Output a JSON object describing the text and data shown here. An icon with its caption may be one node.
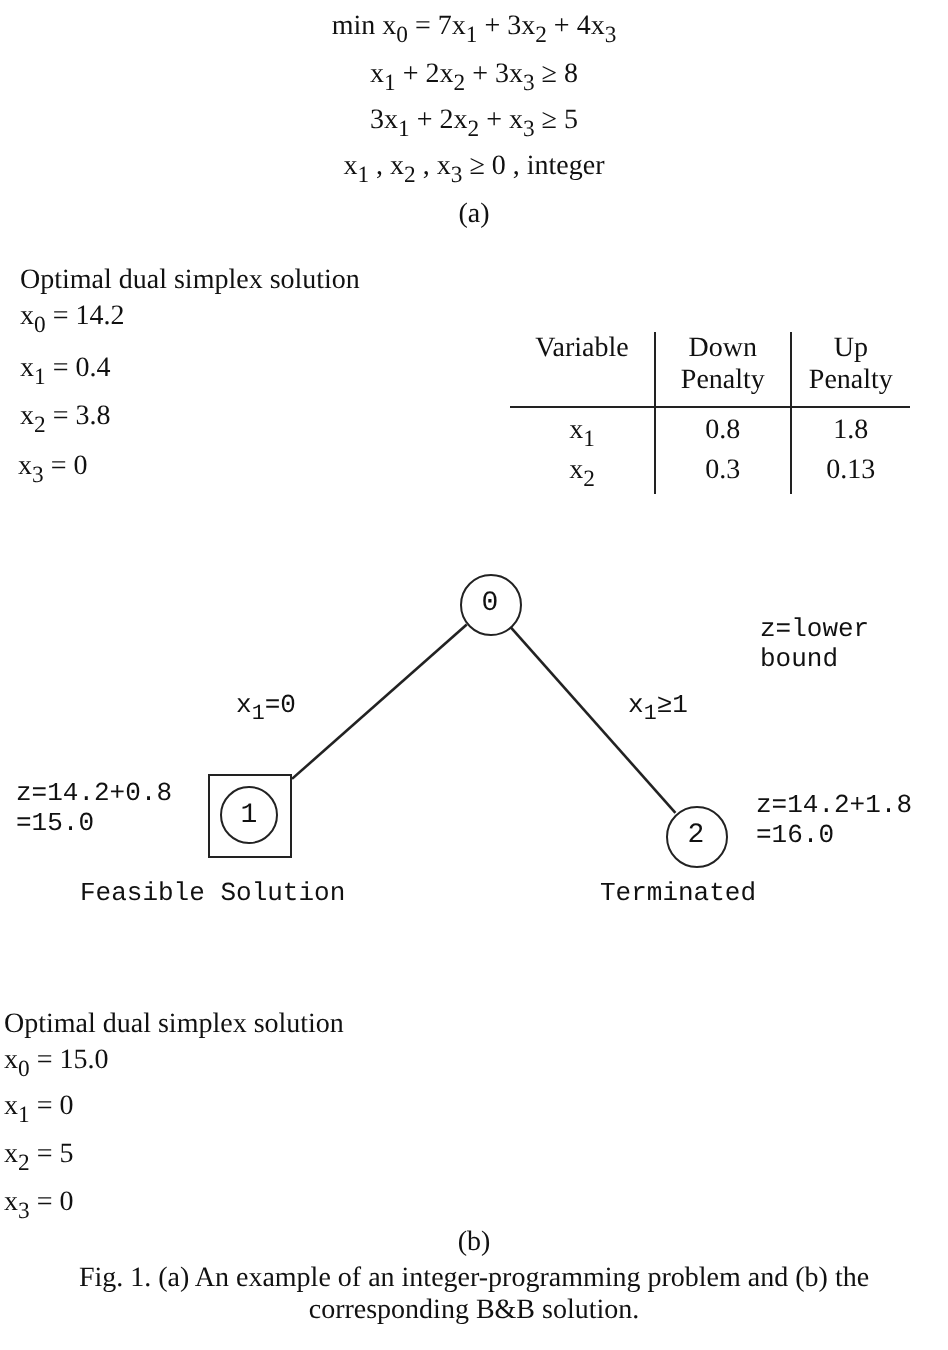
{
  "diagram": {
    "caption": "Fig. 1. (a) An example of an integer-programming problem and (b) the corresponding B&B solution.",
    "nodes": [
      {
        "text": [
          "0"
        ]
      },
      {
        "text": [],
        "shape": "box"
      },
      {
        "text": [
          "1"
        ],
        "in": 1,
        "beside": [
          "z=14.2+0.8 =15.0",
          "Feasible Solution"
        ]
      },
      {
        "text": [
          "2"
        ],
        "beside": [
          "z=14.2+1.8 =16.0",
          "Terminated"
        ]
      }
    ],
    "edges": [
      {
        "from": 0,
        "to": 1,
        "arrow": "none",
        "label": "x$_{1}$=0"
      },
      {
        "from": 0,
        "to": 3,
        "arrow": "none",
        "label": "x$_{1}$≥1"
      }
    ],
    "labels": [
      "min x$_{0}$ = 7x$_{1}$ + 3x$_{2}$ + 4x$_{3}$",
      "x$_{1}$ + 2x$_{2}$ + 3x$_{3}$ ≥ 8",
      "3x$_{1}$ + 2x$_{2}$ + x$_{3}$ ≥ 5",
      "x$_{1}$ , x$_{2}$ , x$_{3}$ ≥ 0 , integer",
      "(a)",
      "Optimal dual simplex solution",
      "x$_{0}$ = 14.2",
      "x$_{1}$ = 0.4",
      "x$_{2}$ = 3.8",
      "x$_{3}$ = 0",
      "Variable",
      "Down Penalty",
      "Up Penalty",
      "x$_{1}$",
      "0.8",
      "1.8",
      "x$_{2}$",
      "0.3",
      "0.13",
      "z=lower bound",
      "Optimal dual simplex solution",
      "x$_{0}$ = 15.0",
      "x$_{1}$ = 0",
      "x$_{2}$ = 5",
      "x$_{3}$ = 0",
      "(b)"
    ]
  }
}
